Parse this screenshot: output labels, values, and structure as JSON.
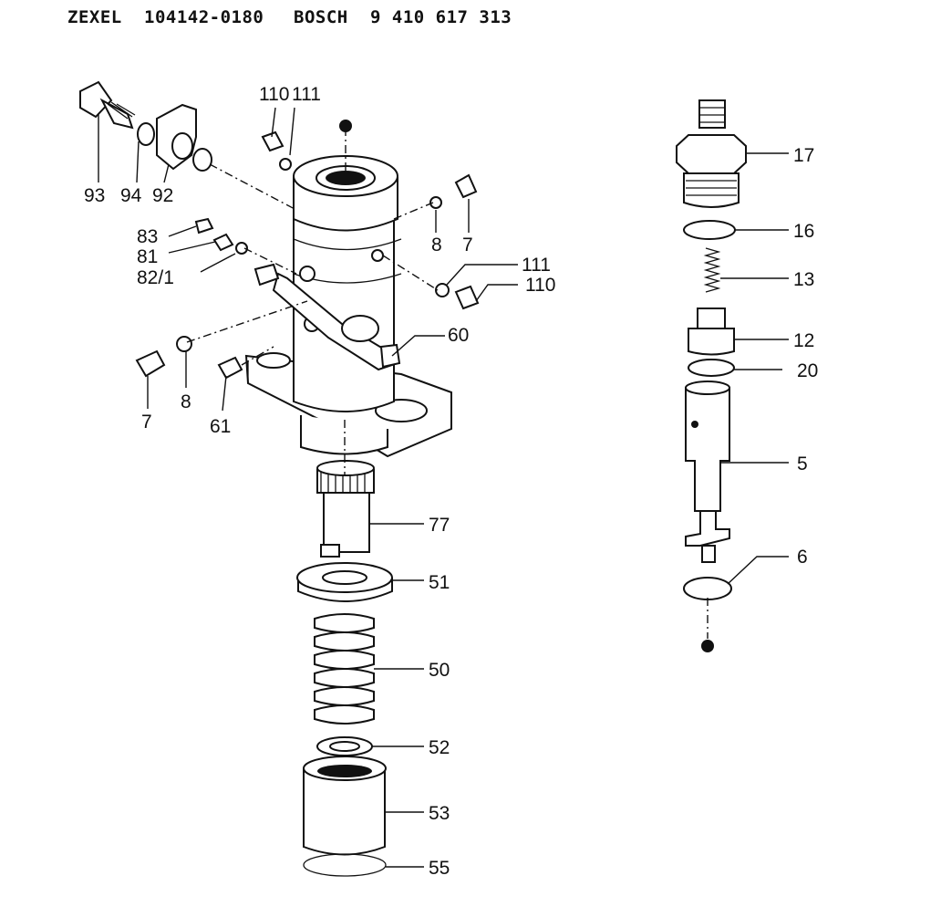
{
  "header": {
    "brand1": "ZEXEL",
    "partno1": "104142-0180",
    "brand2": "BOSCH",
    "partno2": "9 410 617 313"
  },
  "callouts": {
    "c93": "93",
    "c94": "94",
    "c92": "92",
    "c110a": "110",
    "c111a": "111",
    "c83": "83",
    "c81": "81",
    "c82": "82/1",
    "c8a": "8",
    "c7a": "7",
    "c111b": "111",
    "c110b": "110",
    "c60": "60",
    "c7b": "7",
    "c8b": "8",
    "c61": "61",
    "c77": "77",
    "c51": "51",
    "c50": "50",
    "c52": "52",
    "c53": "53",
    "c55": "55",
    "c17": "17",
    "c16": "16",
    "c13": "13",
    "c12": "12",
    "c20": "20",
    "c5": "5",
    "c6": "6"
  }
}
